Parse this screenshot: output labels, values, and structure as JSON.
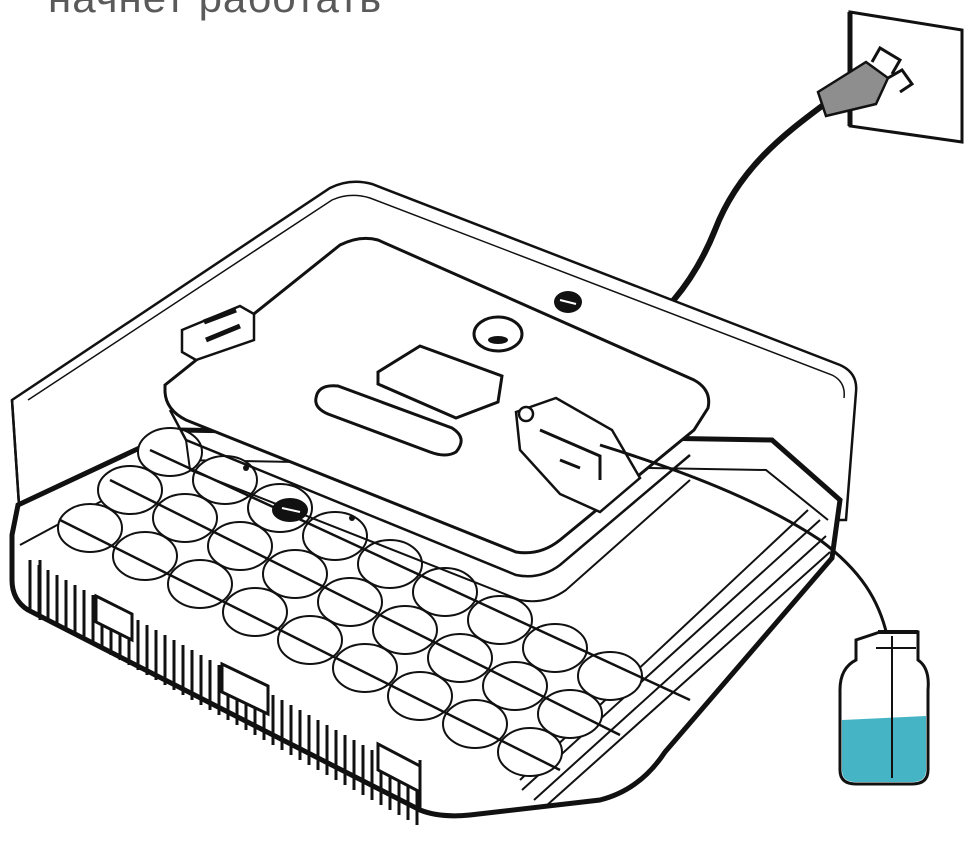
{
  "caption": {
    "text": "начнет работать"
  },
  "illustration": {
    "subject": "egg-incubator",
    "colors": {
      "line": "#111111",
      "plug": "#8e8e8e",
      "water": "#45b5c5",
      "background": "#ffffff"
    },
    "egg_rows": 3,
    "egg_columns": 9
  }
}
